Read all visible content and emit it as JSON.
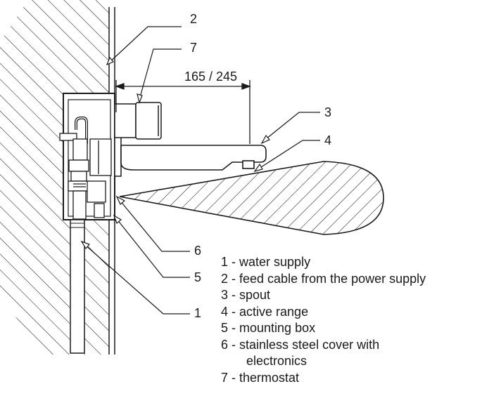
{
  "dimension": "165 / 245",
  "callouts": {
    "n1": "1",
    "n2": "2",
    "n3": "3",
    "n4": "4",
    "n5": "5",
    "n6": "6",
    "n7": "7"
  },
  "legend": [
    {
      "num": "1",
      "text": "water supply"
    },
    {
      "num": "2",
      "text": "feed cable from the power supply"
    },
    {
      "num": "3",
      "text": "spout"
    },
    {
      "num": "4",
      "text": "active range"
    },
    {
      "num": "5",
      "text": "mounting box"
    },
    {
      "num": "6",
      "text": "stainless steel cover with",
      "cont": "electronics"
    },
    {
      "num": "7",
      "text": "thermostat"
    }
  ],
  "colors": {
    "line": "#1a1a1a",
    "fill": "#ffffff"
  }
}
